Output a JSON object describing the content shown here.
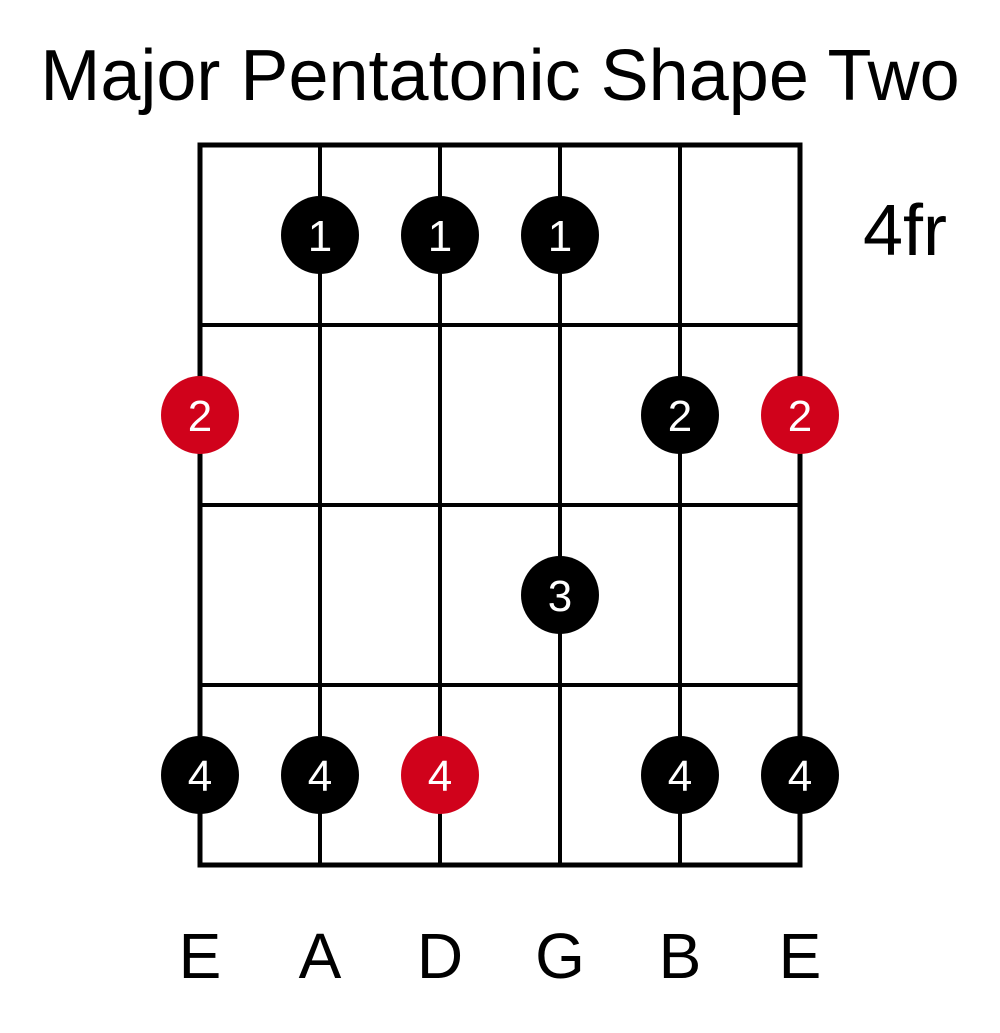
{
  "title": "Major Pentatonic Shape Two",
  "fret_label": "4fr",
  "strings": [
    "E",
    "A",
    "D",
    "G",
    "B",
    "E"
  ],
  "fret_rows": 4,
  "colors": {
    "grid": "#000000",
    "note": "#000000",
    "root": "#d0021b",
    "note_text": "#ffffff"
  },
  "notes": [
    {
      "string": 2,
      "fret": 1,
      "finger": "1",
      "root": false
    },
    {
      "string": 3,
      "fret": 1,
      "finger": "1",
      "root": false
    },
    {
      "string": 4,
      "fret": 1,
      "finger": "1",
      "root": false
    },
    {
      "string": 1,
      "fret": 2,
      "finger": "2",
      "root": true
    },
    {
      "string": 5,
      "fret": 2,
      "finger": "2",
      "root": false
    },
    {
      "string": 6,
      "fret": 2,
      "finger": "2",
      "root": true
    },
    {
      "string": 4,
      "fret": 3,
      "finger": "3",
      "root": false
    },
    {
      "string": 1,
      "fret": 4,
      "finger": "4",
      "root": false
    },
    {
      "string": 2,
      "fret": 4,
      "finger": "4",
      "root": false
    },
    {
      "string": 3,
      "fret": 4,
      "finger": "4",
      "root": true
    },
    {
      "string": 5,
      "fret": 4,
      "finger": "4",
      "root": false
    },
    {
      "string": 6,
      "fret": 4,
      "finger": "4",
      "root": false
    }
  ]
}
